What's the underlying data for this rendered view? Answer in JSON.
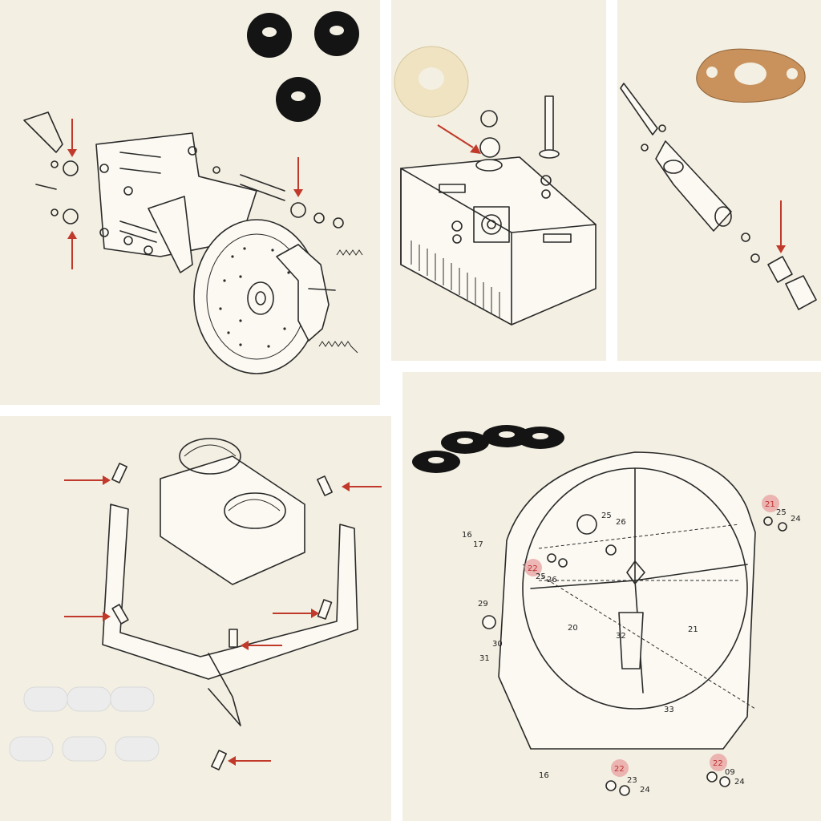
{
  "colors": {
    "paper": "#f3efe2",
    "gutter": "#ffffff",
    "ink": "#2a2a2a",
    "arrow": "#c0392b",
    "highlight": "#e8a0a0",
    "cork": "#c9925c",
    "rubber": "#141414",
    "felt": "#efe3c2",
    "nylon": "#ececec"
  },
  "panels": [
    {
      "id": "brake-assembly",
      "icons": [
        "grommet-icon",
        "disc-brake-icon",
        "spring-icon"
      ]
    },
    {
      "id": "gearbox-housing",
      "icons": [
        "felt-washer-icon",
        "gear-housing-icon"
      ]
    },
    {
      "id": "shaft-flange",
      "icons": [
        "cork-gasket-icon",
        "shaft-icon"
      ]
    },
    {
      "id": "transformer-frame",
      "icons": [
        "coil-icon",
        "frame-icon",
        "nylon-spacer-icon"
      ]
    },
    {
      "id": "main-chassis",
      "icons": [
        "rubber-washer-icon",
        "chassis-plate-icon"
      ]
    }
  ],
  "callouts": {
    "c21a": "21",
    "c25a": "25",
    "c24a": "24",
    "c25b": "25",
    "c26b": "26",
    "c16a": "16",
    "c17a": "17",
    "c22b": "22",
    "c25c": "25",
    "c26c": "26",
    "c29": "29",
    "c30": "30",
    "c20": "20",
    "c32": "32",
    "c21b": "21",
    "c31": "31",
    "c33": "33",
    "c16b": "16",
    "c22c": "22",
    "c23c": "23",
    "c24c": "24",
    "c22d": "22",
    "c09d": "09",
    "c24d": "24"
  }
}
